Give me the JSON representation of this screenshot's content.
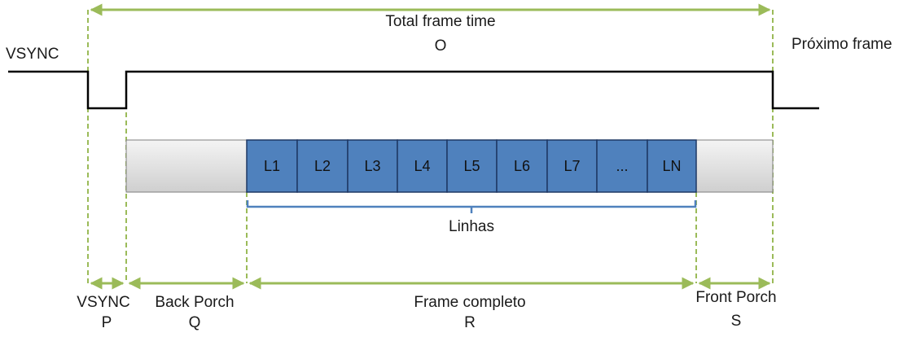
{
  "top": {
    "title": "Total frame time",
    "symbol": "O"
  },
  "signal": {
    "label": "VSYNC",
    "next_frame": "Próximo frame"
  },
  "lines": {
    "cells": [
      "L1",
      "L2",
      "L3",
      "L4",
      "L5",
      "L6",
      "L7",
      "...",
      "LN"
    ],
    "brace_label": "Linhas"
  },
  "segments": [
    {
      "name": "VSYNC",
      "symbol": "P"
    },
    {
      "name": "Back Porch",
      "symbol": "Q"
    },
    {
      "name": "Frame completo",
      "symbol": "R"
    },
    {
      "name": "Front Porch",
      "symbol": "S"
    }
  ],
  "colors": {
    "arrow": "#9bbb59",
    "signal": "#000000",
    "cell_fill": "#4f81bd",
    "cell_border": "#1f3864",
    "porch_fill": "#d9d9d9",
    "brace": "#4f81bd"
  }
}
